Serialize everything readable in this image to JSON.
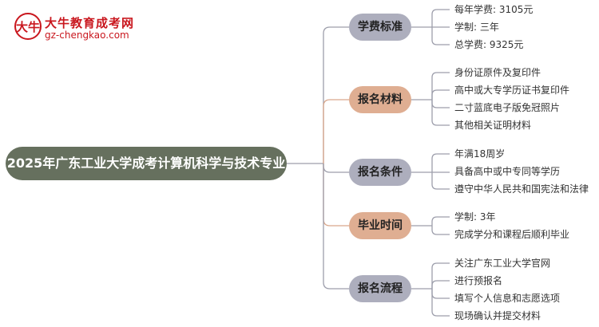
{
  "logo": {
    "badge_text": "大牛",
    "title": "大牛教育成考网",
    "url": "gz-chengkao.com"
  },
  "mindmap": {
    "root": "2025年广东工业大学成考计算机科学与技术专业",
    "branches": [
      {
        "label": "学费标准",
        "style": "grey",
        "leaves": [
          "每年学费: 3105元",
          "学制: 三年",
          "总学费: 9325元"
        ]
      },
      {
        "label": "报名材料",
        "style": "tan",
        "leaves": [
          "身份证原件及复印件",
          "高中或大专学历证书复印件",
          "二寸蓝底电子版免冠照片",
          "其他相关证明材料"
        ]
      },
      {
        "label": "报名条件",
        "style": "grey",
        "leaves": [
          "年满18周岁",
          "具备高中或中专同等学历",
          "遵守中华人民共和国宪法和法律"
        ]
      },
      {
        "label": "毕业时间",
        "style": "tan",
        "leaves": [
          "学制: 3年",
          "完成学分和课程后顺利毕业"
        ]
      },
      {
        "label": "报名流程",
        "style": "grey",
        "leaves": [
          "关注广东工业大学官网",
          "进行预报名",
          "填写个人信息和志愿选项",
          "现场确认并提交材料"
        ]
      }
    ]
  },
  "colors": {
    "root_fill": "#66705e",
    "grey_fill": "#adaebd",
    "tan_fill": "#dfae92",
    "grey_line": "#9d9eab",
    "tan_line": "#d9a78c",
    "logo_red": "#c9171e"
  }
}
